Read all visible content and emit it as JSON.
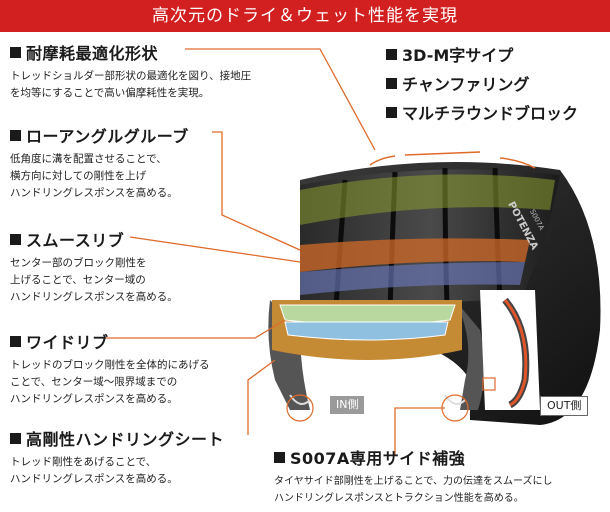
{
  "header": {
    "title": "高次元のドライ＆ウェット性能を実現"
  },
  "features": [
    {
      "label": "3D-M字サイプ"
    },
    {
      "label": "チャンファリング"
    },
    {
      "label": "マルチラウンドブロック"
    }
  ],
  "sections": [
    {
      "title": "耐摩耗最適化形状",
      "description": "トレッドショルダー部形状の最適化を図り、接地圧\nを均等にすることで高い偏摩耗性を実現。"
    },
    {
      "title": "ローアングルグルーブ",
      "description": "低角度に溝を配置させることで、\n横方向に対しての剛性を上げ\nハンドリングレスポンスを高める。"
    },
    {
      "title": "スムースリブ",
      "description": "センター部のブロック剛性を\n上げることで、センター域の\nハンドリングレスポンスを高める。"
    },
    {
      "title": "ワイドリブ",
      "description": "トレッドのブロック剛性を全体的にあげる\nことで、センター域～限界域までの\nハンドリングレスポンスを高める。"
    },
    {
      "title": "高剛性ハンドリングシート",
      "description": "トレッド剛性をあげることで、\nハンドリングレスポンスを高める。"
    },
    {
      "title": "S007A専用サイド補強",
      "description": "タイヤサイド部剛性を上げることで、力の伝達をスムーズにし\nハンドリングレスポンスとトラクション性能を高める。"
    }
  ],
  "tags": {
    "in_side": "IN側",
    "out_side": "OUT側"
  },
  "tire": {
    "brand_text": "POTENZA",
    "model_text": "S007A"
  },
  "colors": {
    "accent": "#d21f1f",
    "leader": "#e06a2a"
  }
}
